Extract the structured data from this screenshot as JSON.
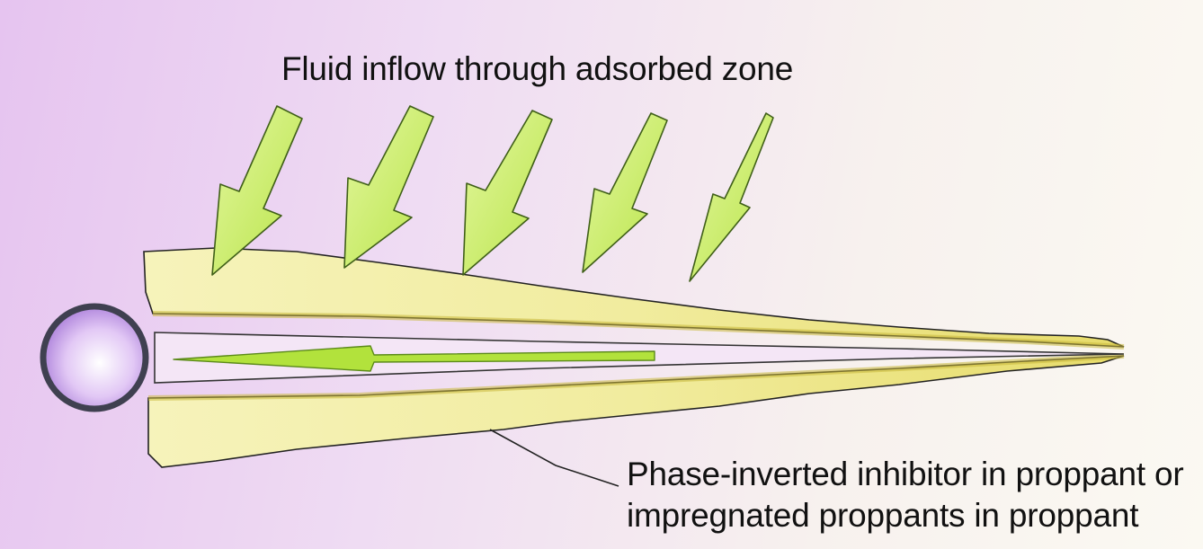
{
  "diagram": {
    "title": "Fluid inflow through adsorbed zone",
    "callout_lines": [
      "Phase-inverted inhibitor in proppant or",
      "impregnated proppants in proppant"
    ]
  },
  "colors": {
    "background_left": "#e6c4f0",
    "background_right": "#fbf9f2",
    "arrow_fill": "#c8ee5c",
    "zone_fill": "#f1ec9e",
    "zone_edge": "#d6c84a",
    "outline": "#333333",
    "wellbore_ring": "#555566"
  },
  "icons": [
    "inflow-arrow",
    "flow-arrow",
    "wellbore-circle"
  ]
}
